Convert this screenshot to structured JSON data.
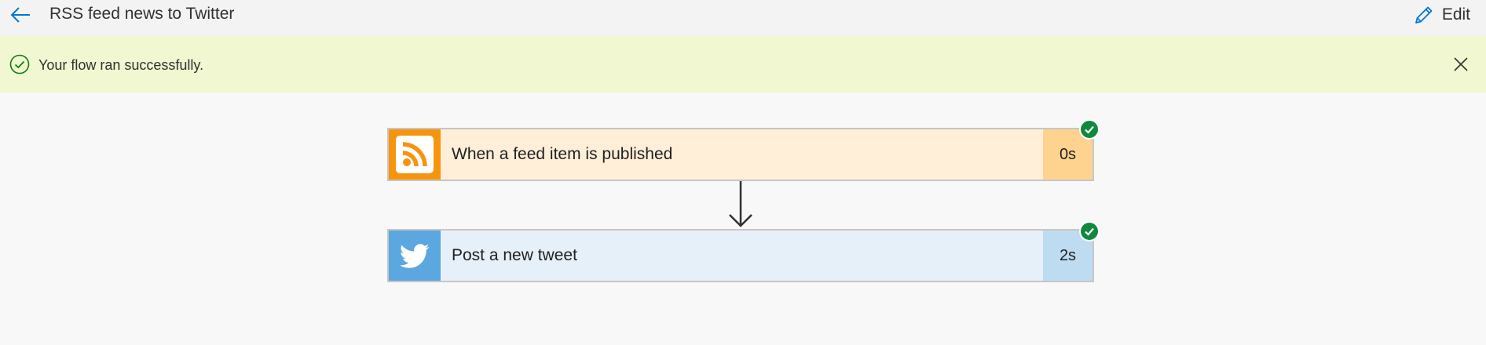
{
  "header": {
    "title": "RSS feed news to Twitter",
    "edit_label": "Edit"
  },
  "banner": {
    "message": "Your flow ran successfully."
  },
  "steps": [
    {
      "label": "When a feed item is published",
      "duration": "0s",
      "icon": "rss-icon",
      "status": "succeeded"
    },
    {
      "label": "Post a new tweet",
      "duration": "2s",
      "icon": "twitter-icon",
      "status": "succeeded"
    }
  ],
  "colors": {
    "accent": "#0078d4",
    "success": "#10893e",
    "banner_bg": "#f1f7d0",
    "rss_brand": "#f7940e",
    "twitter_brand": "#5aa8df"
  }
}
